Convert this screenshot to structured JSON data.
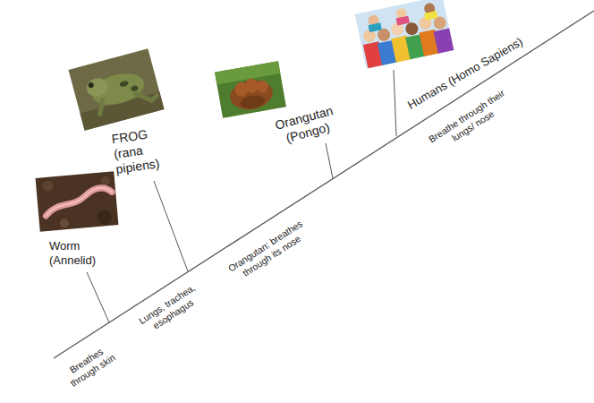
{
  "diagram": {
    "labels": [
      "Worm (Annelid)",
      "FROG (rana pipiens)",
      "Orangutan (Pongo)",
      "Humans (Homo Sapiens)",
      "Breathes through skin",
      "Lungs, trachea, esophagus",
      "Orangutan: breathes through its nose",
      "Breathe through their lungs/ nose"
    ]
  }
}
